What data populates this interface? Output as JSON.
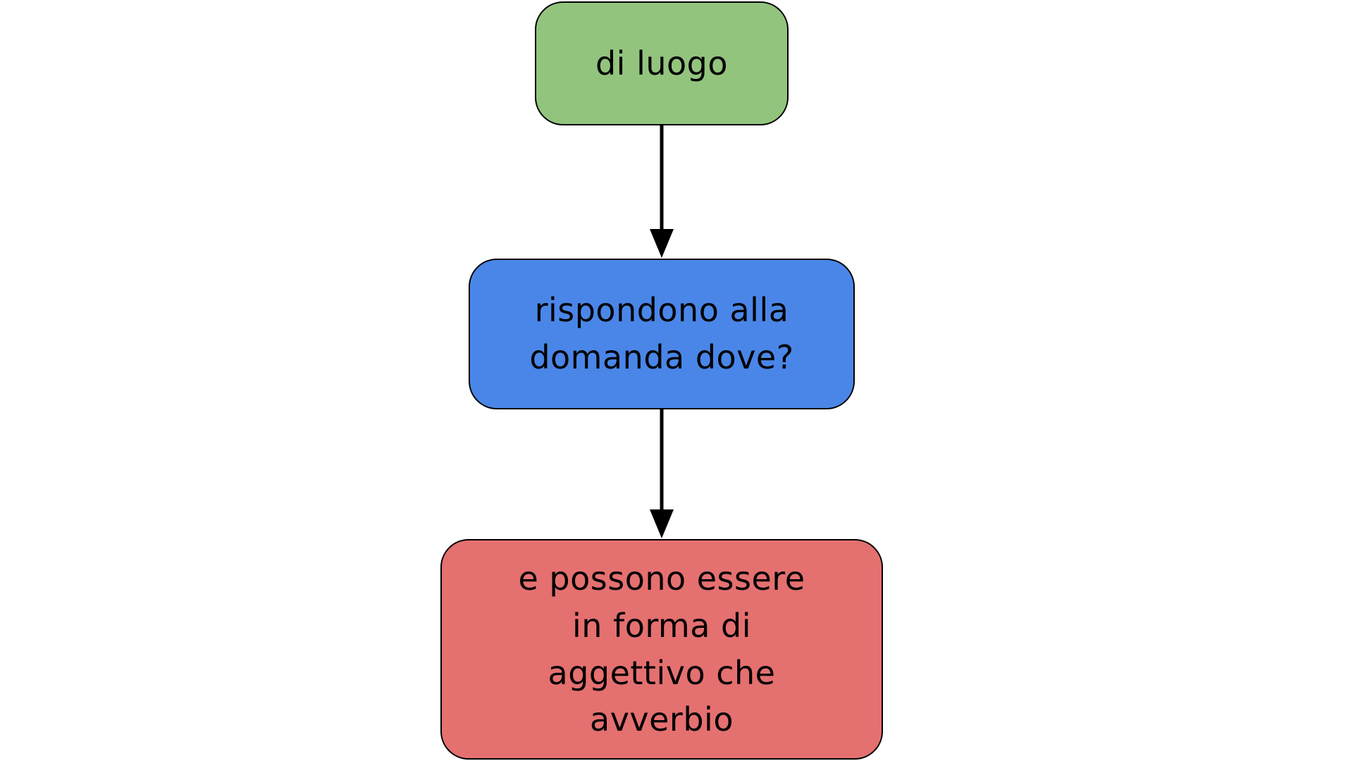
{
  "diagram": {
    "title": "avverbi di luogo flowchart",
    "background_color": "#ffffff",
    "stroke_color": "#000000",
    "text_color": "#000000",
    "arrow_color": "#000000",
    "nodes": [
      {
        "id": "di-luogo",
        "label": "di luogo",
        "fill": "#93c47d",
        "shape": "rounded-rectangle"
      },
      {
        "id": "domanda-dove",
        "label": "rispondono alla\ndomanda dove?",
        "fill": "#4a86e8",
        "shape": "rounded-rectangle"
      },
      {
        "id": "forma-aggettivo-avverbio",
        "label": "e possono essere\nin forma di\naggettivo che\navverbio",
        "fill": "#e57070",
        "shape": "rounded-rectangle"
      }
    ],
    "edges": [
      {
        "from": "di-luogo",
        "to": "domanda-dove",
        "style": "solid",
        "direction": "down"
      },
      {
        "from": "domanda-dove",
        "to": "forma-aggettivo-avverbio",
        "style": "solid",
        "direction": "down"
      }
    ]
  }
}
